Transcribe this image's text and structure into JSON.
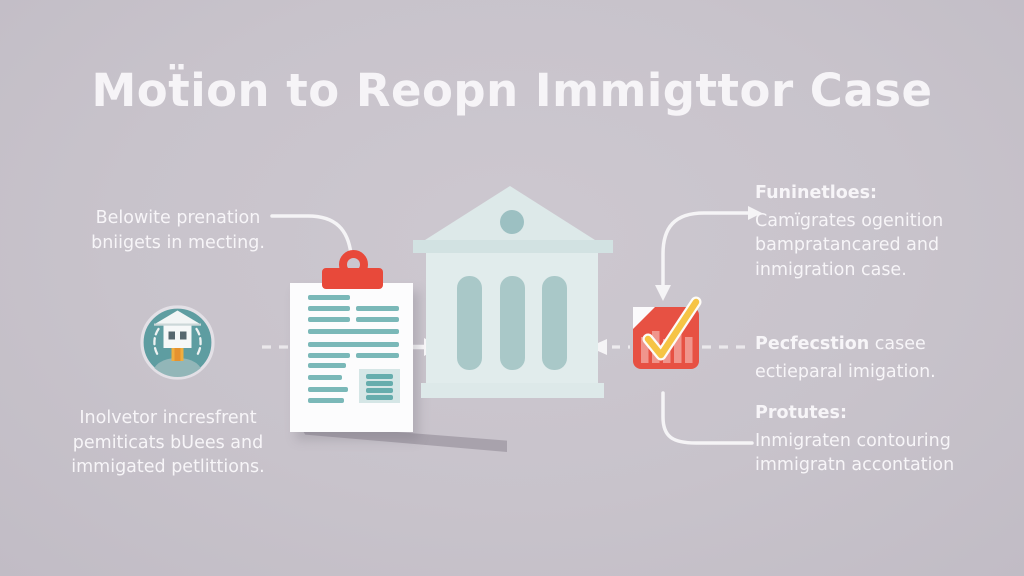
{
  "title": "Moẗion to Reopn Immigttor Case",
  "notes": {
    "left_top": {
      "lines": [
        "Belowite prenation",
        "bniigets in mecting."
      ]
    },
    "left_bottom": {
      "lines": [
        "Inolvetor incresfrent",
        "pemiticats bUees and",
        "immigated petlittions."
      ]
    },
    "right_functions": {
      "heading": "Funinetloes:",
      "lines": [
        "Camïgrates ogenition",
        "bampratancared and",
        "inmigration case."
      ]
    },
    "right_perfection": {
      "heading": "Pecfecstion",
      "heading_rest": "casee",
      "lines": [
        "ectieparal imigation."
      ]
    },
    "right_protutes": {
      "heading": "Protutes:",
      "lines": [
        "Inmigraten contouring",
        "immigratn accontation"
      ]
    }
  },
  "icons": {
    "avatar": "person-courthouse-avatar-icon",
    "clipboard": "clipboard-document-icon",
    "building": "courthouse-building-icon",
    "chart": "approved-chart-icon"
  },
  "colors": {
    "background": "#c8c3cb",
    "text": "#f7f5f8",
    "accent_red": "#e8493a",
    "accent_yellow": "#f6c445",
    "teal_dark": "#5e9da1",
    "teal_light": "#e1ecec",
    "teal_column": "#a9c8c8",
    "teal_line": "#7ab8b8",
    "connector": "#f5f4f6"
  }
}
